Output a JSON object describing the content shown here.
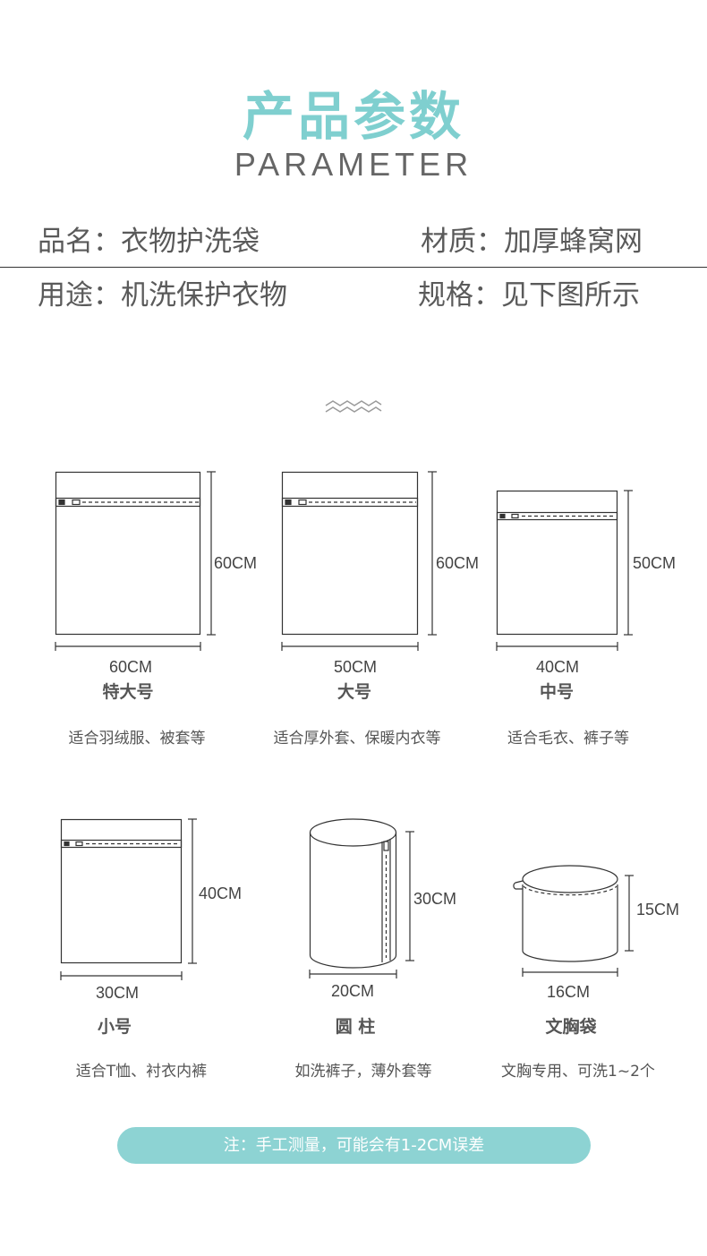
{
  "header": {
    "title_cn": "产品参数",
    "title_en": "PARAMETER"
  },
  "specs": {
    "name": "品名：衣物护洗袋",
    "material": "材质：加厚蜂窝网",
    "usage": "用途：机洗保护衣物",
    "size": "规格：见下图所示"
  },
  "divider_icon": "wave-icon",
  "products": [
    {
      "name": "特大号",
      "width": "60CM",
      "height": "60CM",
      "desc": "适合羽绒服、被套等",
      "shape": "flat-bag"
    },
    {
      "name": "大号",
      "width": "50CM",
      "height": "60CM",
      "desc": "适合厚外套、保暖内衣等",
      "shape": "flat-bag"
    },
    {
      "name": "中号",
      "width": "40CM",
      "height": "50CM",
      "desc": "适合毛衣、裤子等",
      "shape": "flat-bag"
    },
    {
      "name": "小号",
      "width": "30CM",
      "height": "40CM",
      "desc": "适合T恤、衬衣内裤",
      "shape": "flat-bag"
    },
    {
      "name": "圆 柱",
      "width": "20CM",
      "height": "30CM",
      "desc": "如洗裤子，薄外套等",
      "shape": "cylinder"
    },
    {
      "name": "文胸袋",
      "width": "16CM",
      "height": "15CM",
      "desc": "文胸专用、可洗1~2个",
      "shape": "round-pouch"
    }
  ],
  "note": "注：手工测量，可能会有1-2CM误差",
  "colors": {
    "accent": "#7fcfcf",
    "note_bg": "#8dd3d3",
    "text": "#555555"
  }
}
